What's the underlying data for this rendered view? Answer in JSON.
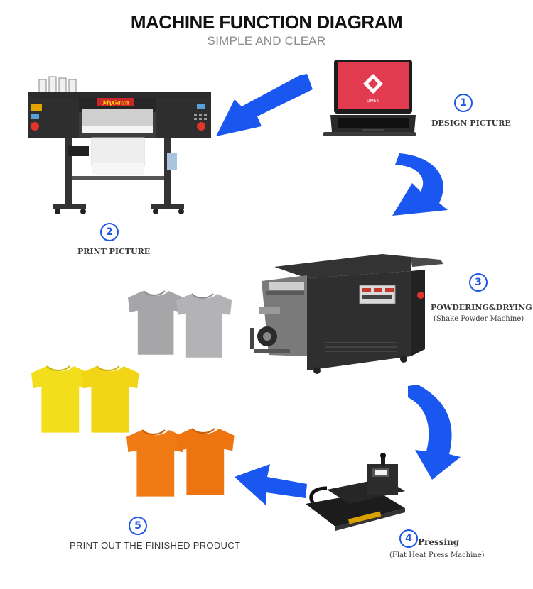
{
  "header": {
    "title": "MACHINE FUNCTION DIAGRAM",
    "subtitle": "SIMPLE AND CLEAR"
  },
  "steps": [
    {
      "num": "1",
      "label": "DESIGN PICTURE",
      "sublabel": ""
    },
    {
      "num": "2",
      "label": "PRINT PICTURE",
      "sublabel": ""
    },
    {
      "num": "3",
      "label": "POWDERING&DRYING",
      "sublabel": "(Shake Powder Machine)"
    },
    {
      "num": "4",
      "label": "Pressing",
      "sublabel": "(Flat Heat Press Machine)"
    },
    {
      "num": "5",
      "label": "PRINT OUT THE FINISHED PRODUCT",
      "sublabel": ""
    }
  ],
  "printer_brand": "MyGaun",
  "laptop_brand": "OMEN",
  "colors": {
    "accent_blue": "#1f57e6",
    "arrow_blue": "#1a56f0",
    "shirt_gray": "#a9a9ab",
    "shirt_yellow": "#f3de1c",
    "shirt_orange": "#f07a14"
  },
  "icons": [
    "laptop-icon",
    "dtf-printer-icon",
    "shaker-dryer-icon",
    "heat-press-icon",
    "tshirt-icon",
    "arrow-icon"
  ]
}
